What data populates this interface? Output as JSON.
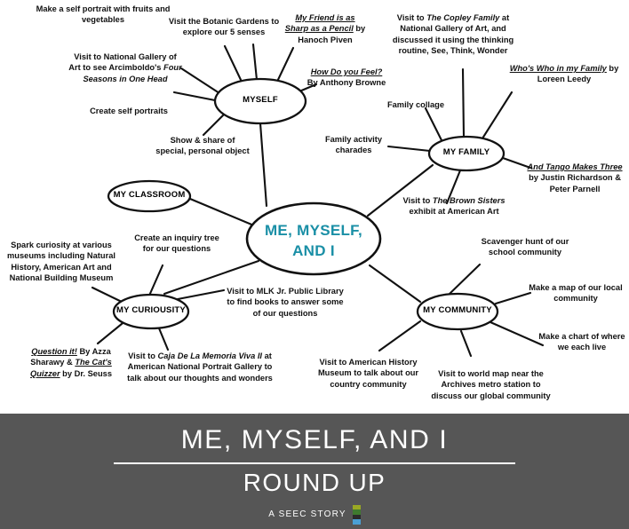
{
  "banner": {
    "title": "ME, MYSELF,  AND I",
    "subtitle": "ROUND UP",
    "footer": "A SEEC STORY",
    "logo_icon": "seec-blocks-logo",
    "background_color": "#565656",
    "text_color": "#ffffff"
  },
  "mindmap": {
    "center": {
      "label_line1": "ME, MYSELF,",
      "label_line2": "AND I",
      "color": "#1a8fa6"
    },
    "branches": [
      {
        "id": "myself",
        "label": "MYSELF"
      },
      {
        "id": "family",
        "label": "MY FAMILY"
      },
      {
        "id": "classroom",
        "label": "MY CLASSROOM"
      },
      {
        "id": "curiousity",
        "label": "MY CURIOUSITY"
      },
      {
        "id": "community",
        "label": "MY COMMUNITY"
      }
    ],
    "leaves": {
      "self_portrait_fruits": "Make a self portrait with fruits and vegetables",
      "botanic_gardens": "Visit the Botanic Gardens to explore our 5 senses",
      "friend_pencil_book": "My Friend is as Sharp as a Pencil by Hanoch Piven",
      "copley_family": "Visit to The Copley Family at National Gallery of Art, and discussed it using the thinking routine, See, Think, Wonder",
      "whos_who_book": "Who's Who in my Family by Loreen Leedy",
      "national_gallery": "Visit to National Gallery of Art to see Arcimboldo's Four Seasons in One Head",
      "how_do_you_feel_book": "How Do you Feel? By Anthony Browne",
      "family_collage": "Family collage",
      "create_self_portraits": "Create self portraits",
      "family_charades": "Family activity charades",
      "and_tango_book": "And Tango Makes Three by Justin Richardson & Peter Parnell",
      "show_share_object": "Show & share of special, personal object",
      "brown_sisters": "Visit to The Brown Sisters exhibit at American Art",
      "spark_curiosity": "Spark curiosity at various museums including Natural History, American Art and National Building Museum",
      "inquiry_tree": "Create an inquiry tree for our questions",
      "mlk_library": "Visit to MLK Jr. Public Library to find books to answer some of our questions",
      "scavenger_hunt": "Scavenger hunt of our school community",
      "map_local_community": "Make a map of our local community",
      "chart_where_live": "Make a chart of where we each live",
      "question_it_books": "Question it! By Azza Sharawy & The Cat's Quizzer by Dr. Seuss",
      "caja_memoria": "Visit to Caja De La Memoria Viva II at American National Portrait Gallery to talk about our thoughts and wonders",
      "american_history": "Visit to American History Museum to talk about our country community",
      "world_map_archives": "Visit to world map near the Archives metro station to discuss our global community"
    }
  }
}
